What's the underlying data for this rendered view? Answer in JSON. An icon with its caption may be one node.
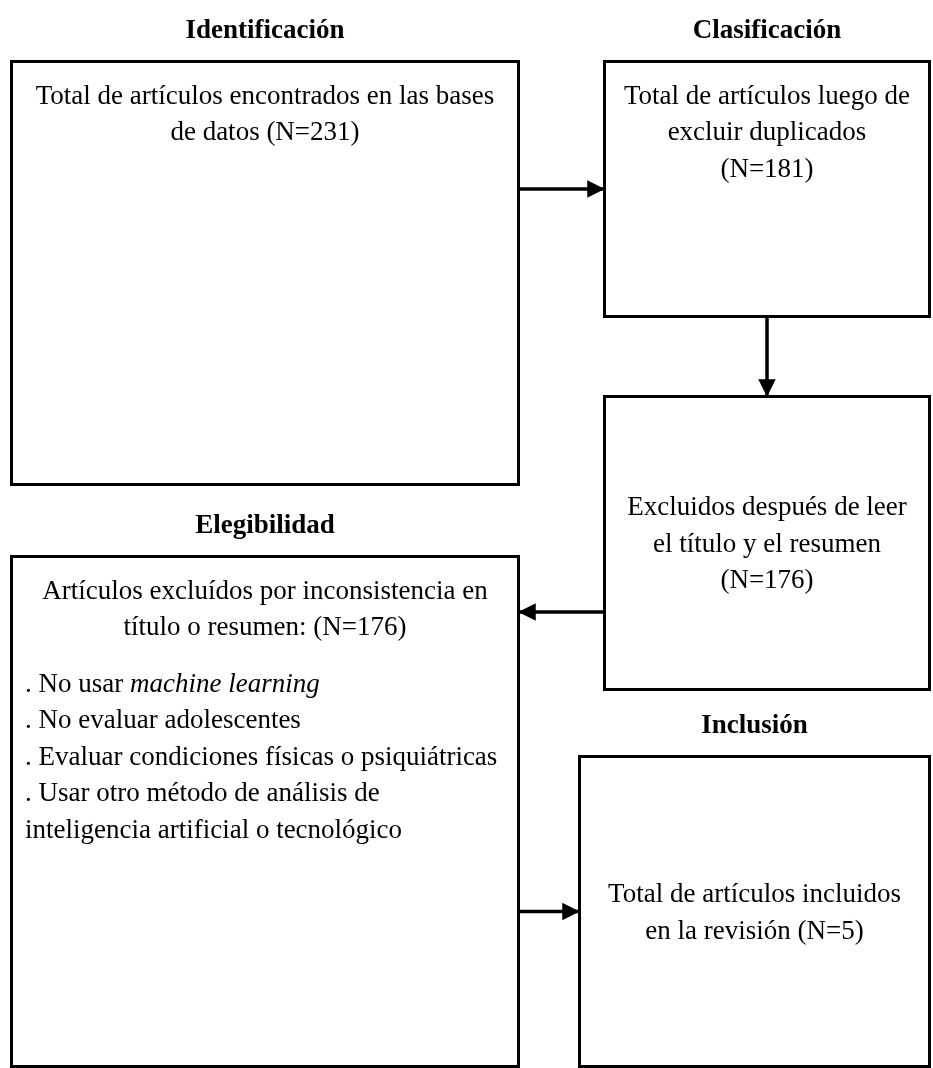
{
  "diagram": {
    "nodes": [
      {
        "text": [
          "Identificación",
          "Total de artículos encontrados en las bases de datos (N=231)"
        ]
      },
      {
        "text": [
          "Clasificación",
          "Total de artículos luego de excluir duplicados (N=181)"
        ]
      },
      {
        "text": [
          "Excluidos después de leer el título y el resumen (N=176)"
        ]
      },
      {
        "text": [
          "Elegibilidad",
          "Artículos excluídos por inconsistencia en título o resumen: (N=176)",
          ". No usar *machine learning*",
          ". No evaluar adolescentes",
          ". Evaluar condiciones físicas o psiquiátricas",
          ". Usar otro método de análisis de inteligencia artificial o tecnológico"
        ]
      },
      {
        "text": [
          "Inclusión",
          "Total de artículos incluidos en la revisión (N=5)"
        ]
      }
    ],
    "edges": [
      {
        "from": 0,
        "to": 1,
        "arrow": "to"
      },
      {
        "from": 1,
        "to": 2,
        "arrow": "to"
      },
      {
        "from": 2,
        "to": 3,
        "arrow": "to"
      },
      {
        "from": 3,
        "to": 4,
        "arrow": "to"
      }
    ]
  }
}
